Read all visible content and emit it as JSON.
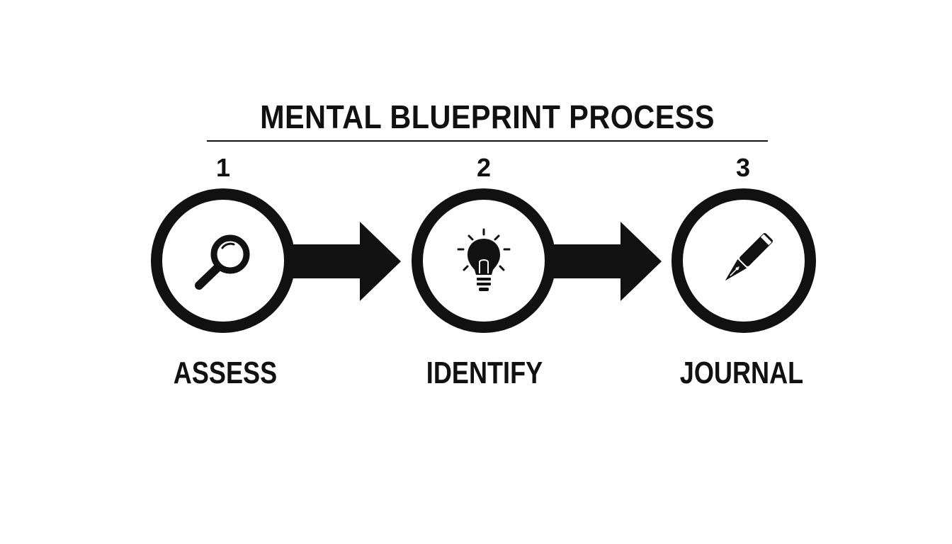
{
  "diagram": {
    "title": "MENTAL BLUEPRINT PROCESS",
    "steps": [
      {
        "number": "1",
        "label": "ASSESS",
        "icon": "magnifying-glass-icon"
      },
      {
        "number": "2",
        "label": "IDENTIFY",
        "icon": "lightbulb-icon"
      },
      {
        "number": "3",
        "label": "JOURNAL",
        "icon": "fountain-pen-icon"
      }
    ],
    "colors": {
      "ink": "#111111",
      "background": "#ffffff"
    }
  }
}
